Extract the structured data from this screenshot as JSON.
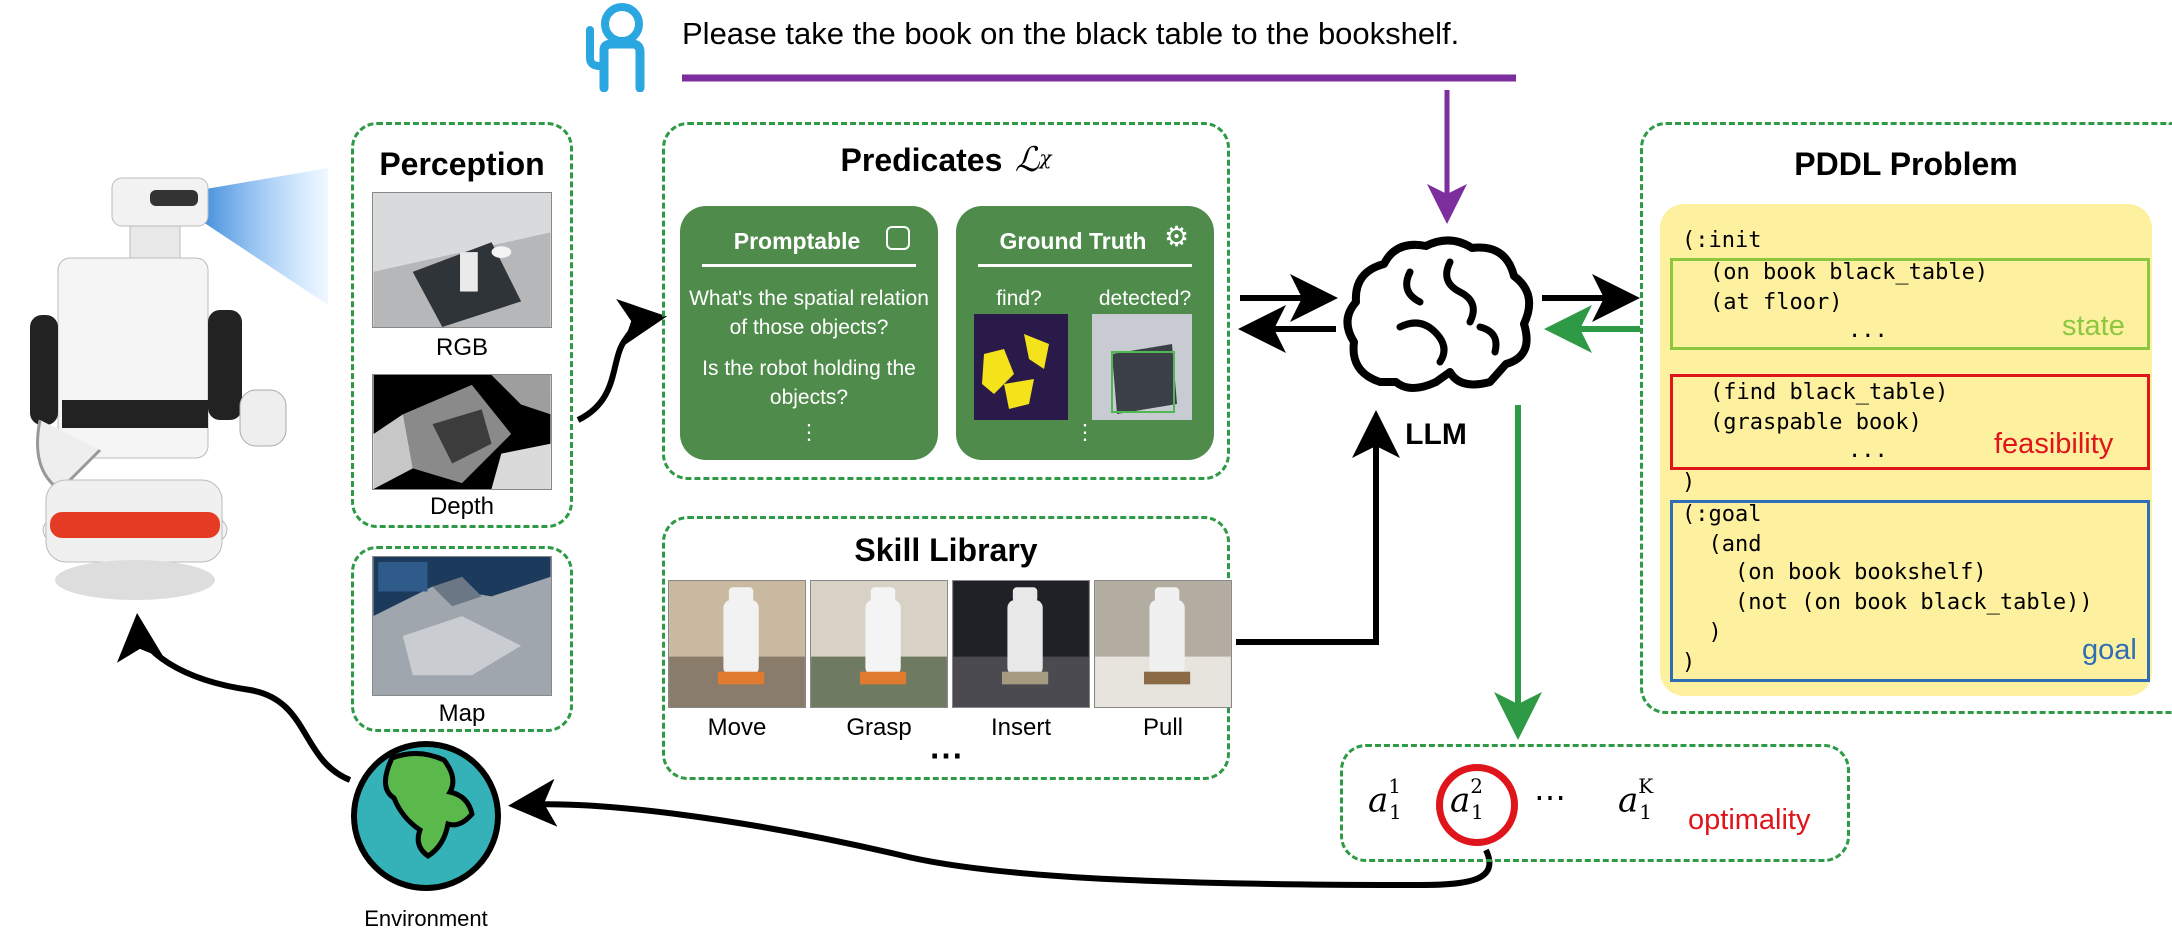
{
  "instruction": "Please take the book on the black table to the bookshelf.",
  "perception": {
    "title": "Perception",
    "rgb_label": "RGB",
    "depth_label": "Depth",
    "map_label": "Map"
  },
  "predicates": {
    "title": "Predicates",
    "symbol": "ℒ",
    "symbol_sup": "χ",
    "promptable": {
      "title": "Promptable",
      "q1": "What's the spatial relation of those objects?",
      "q2": "Is the robot holding the objects?",
      "ellipsis": "⋮"
    },
    "ground_truth": {
      "title": "Ground Truth",
      "col1": "find?",
      "col2": "detected?",
      "ellipsis": "⋮"
    }
  },
  "skills": {
    "title": "Skill Library",
    "items": [
      "Move",
      "Grasp",
      "Insert",
      "Pull"
    ],
    "ellipsis": "⋯"
  },
  "llm_label": "LLM",
  "pddl": {
    "title": "PDDL Problem",
    "init": "(:init",
    "state_lines": [
      "(on book black_table)",
      "(at floor)",
      "..."
    ],
    "state_tag": "state",
    "feas_lines": [
      "(find black_table)",
      "(graspable book)",
      "..."
    ],
    "feas_tag": "feasibility",
    "close1": ")",
    "goal_lines": [
      "(:goal",
      "  (and",
      "    (on book bookshelf)",
      "    (not (on book black_table))",
      "  )",
      ")"
    ],
    "goal_tag": "goal"
  },
  "actions": {
    "a1": {
      "base": "a",
      "sub": "1",
      "sup": "1"
    },
    "a2": {
      "base": "a",
      "sub": "1",
      "sup": "2"
    },
    "dots": "⋯",
    "aK": {
      "base": "a",
      "sub": "1",
      "sup": "K"
    },
    "tag": "optimality"
  },
  "environment_label": "Environment",
  "colors": {
    "dashed_green": "#2e9a45",
    "card_green": "#4f8b4b",
    "purple": "#7d2e9e",
    "arrow_green": "#2e9a45",
    "state": "#8dc63f",
    "feasibility": "#e0151c",
    "goal": "#2f6db5",
    "pddl_bg": "#fdf1a0"
  }
}
